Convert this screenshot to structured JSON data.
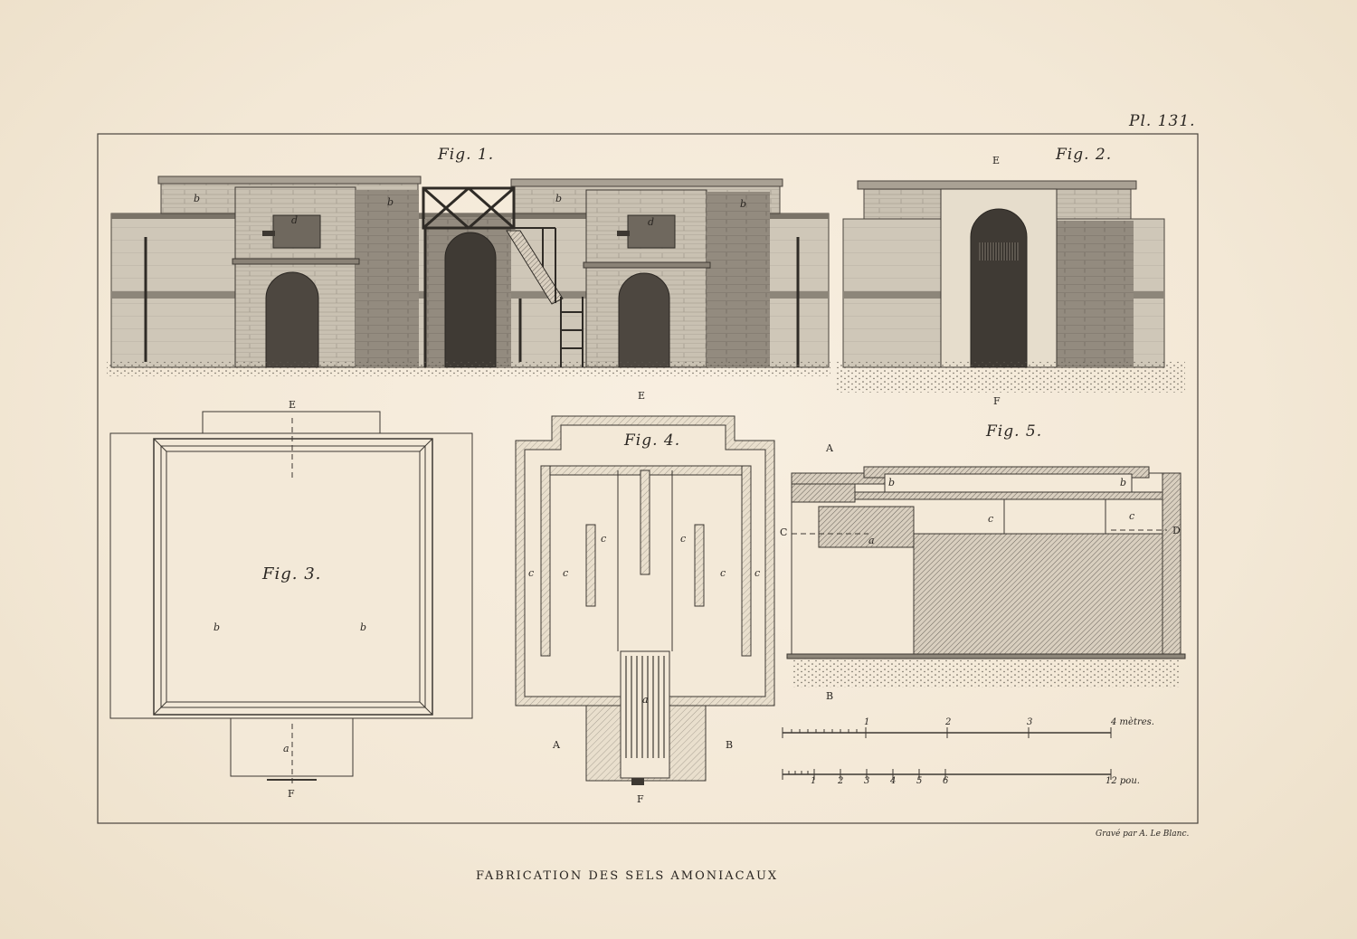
{
  "plate_number": "Pl. 131.",
  "title": "FABRICATION DES SELS AMONIACAUX",
  "engraver": "Gravé par A. Le Blanc.",
  "figures": {
    "fig1": "Fig. 1.",
    "fig2": "Fig. 2.",
    "fig3": "Fig. 3.",
    "fig4": "Fig. 4.",
    "fig5": "Fig. 5."
  },
  "letters": {
    "A": "A",
    "B": "B",
    "C": "C",
    "D": "D",
    "E": "E",
    "F": "F",
    "a": "a",
    "b": "b",
    "c": "c",
    "d": "d"
  },
  "scales": {
    "metres": {
      "ticks": [
        "1",
        "2",
        "3"
      ],
      "end_label": "4 mètres."
    },
    "pouces": {
      "ticks": [
        "1",
        "2",
        "3",
        "4",
        "5",
        "6"
      ],
      "end_label": "12 pou."
    }
  },
  "colors": {
    "paper": "#f5ebdb",
    "ink": "#2a2622",
    "wall": "#b8b0a2",
    "shade": "#5a544c"
  }
}
